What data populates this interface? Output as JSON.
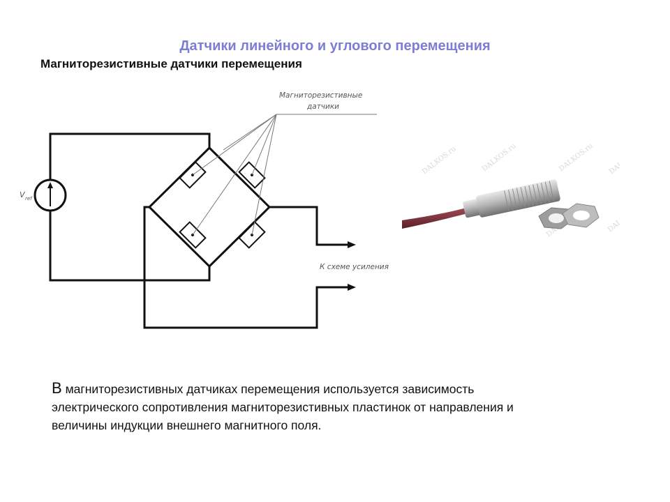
{
  "slide": {
    "title": "Датчики линейного и углового перемещения",
    "subtitle": "Магниторезистивные датчики перемещения"
  },
  "diagram": {
    "callout_line1": "Магниторезистивные",
    "callout_line2": "датчики",
    "source_label": "V",
    "source_sub": "ref",
    "output_label": "К схеме усиления"
  },
  "photo": {
    "watermark": "DALKOS.ru"
  },
  "description": {
    "first_letter": "В",
    "line1_rest": "магниторезистивных датчиках перемещения используется зависимость",
    "line2": "электрического сопротивления магниторезистивных пластинок от направления и",
    "line3": "величины индукции внешнего магнитного поля."
  }
}
